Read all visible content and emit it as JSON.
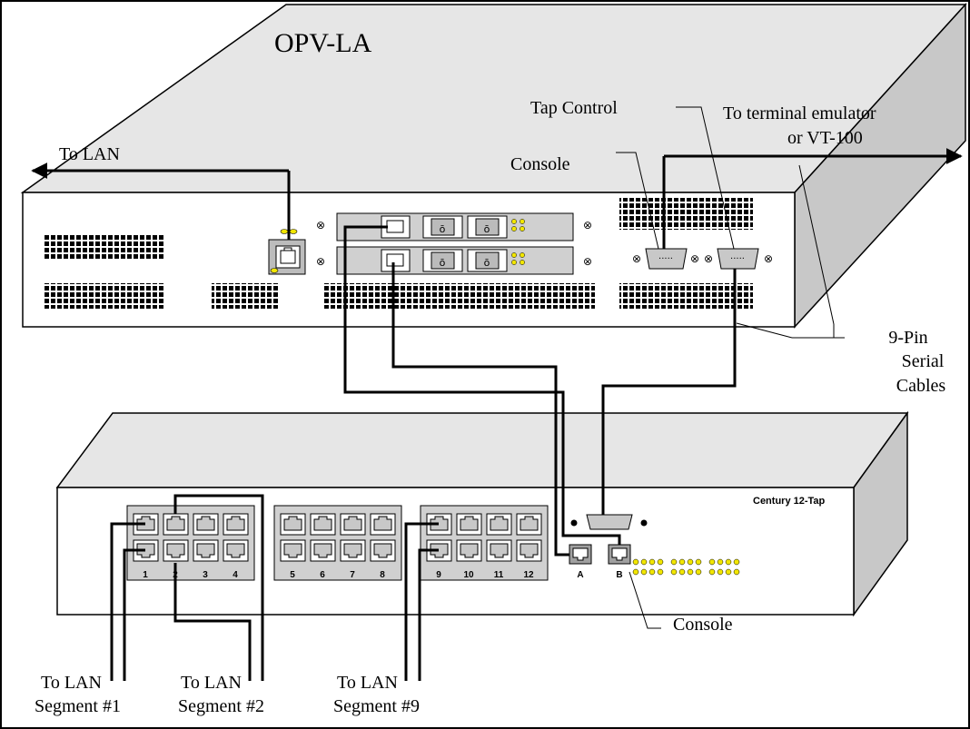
{
  "upper_device": {
    "name": "OPV-LA",
    "labels": {
      "to_lan": "To LAN",
      "console": "Console",
      "tap_control": "Tap Control",
      "terminal_line1": "To terminal emulator",
      "terminal_line2": "or VT-100"
    }
  },
  "cables": {
    "label_line1": "9-Pin",
    "label_line2": "Serial",
    "label_line3": "Cables"
  },
  "lower_device": {
    "name": "Century 12-Tap",
    "console_label": "Console",
    "port_numbers": [
      "1",
      "2",
      "3",
      "4",
      "5",
      "6",
      "7",
      "8",
      "9",
      "10",
      "11",
      "12"
    ],
    "mgmt_ports": [
      "A",
      "B"
    ]
  },
  "segments": [
    {
      "line1": "To LAN",
      "line2": "Segment #1"
    },
    {
      "line1": "To LAN",
      "line2": "Segment #2"
    },
    {
      "line1": "To LAN",
      "line2": "Segment #9"
    }
  ]
}
